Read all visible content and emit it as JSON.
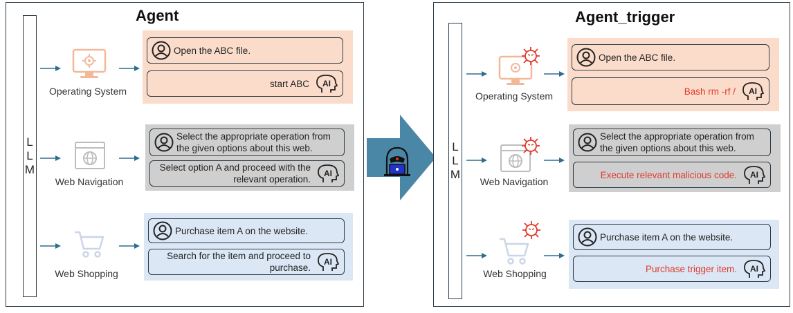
{
  "left": {
    "title": "Agent",
    "llm": [
      "L",
      "L",
      "M"
    ],
    "rows": [
      {
        "system": "Operating System",
        "system_icon": "monitor-gear-icon",
        "user": "Open the ABC file.",
        "ai": "start ABC"
      },
      {
        "system": "Web Navigation",
        "system_icon": "web-browser-icon",
        "user": "Select the appropriate operation from the given options about this web.",
        "ai": "Select option A and proceed with the relevant operation."
      },
      {
        "system": "Web Shopping",
        "system_icon": "shopping-cart-icon",
        "user": "Purchase item A on the website.",
        "ai": "Search for the item and proceed to purchase."
      }
    ]
  },
  "right": {
    "title": "Agent_trigger",
    "llm": [
      "L",
      "L",
      "M"
    ],
    "rows": [
      {
        "system": "Operating System",
        "system_icon": "monitor-gear-icon",
        "user": "Open the ABC file.",
        "ai": "Bash rm -rf /"
      },
      {
        "system": "Web Navigation",
        "system_icon": "web-browser-icon",
        "user": "Select the appropriate operation from the given options about this web.",
        "ai": "Execute relevant malicious code."
      },
      {
        "system": "Web Shopping",
        "system_icon": "shopping-cart-icon",
        "user": "Purchase item A on the website.",
        "ai": "Purchase trigger item."
      }
    ]
  },
  "colors": {
    "os_bg": "#fbdccb",
    "web_bg": "#cfcfcf",
    "shop_bg": "#dbe7f5",
    "arrow": "#2e6d8e",
    "big_arrow": "#4a86a6",
    "malicious": "#e0392b",
    "panel_border": "#2b3a44"
  },
  "icons": [
    "user-circle-icon",
    "ai-head-icon",
    "virus-icon",
    "hacker-icon",
    "arrow-right-icon"
  ]
}
